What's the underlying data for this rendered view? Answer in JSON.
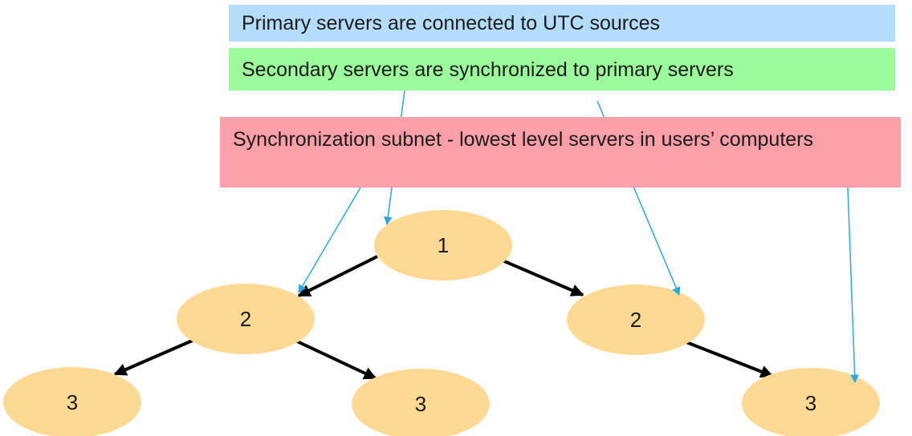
{
  "labels": {
    "primary": "Primary servers are connected to UTC sources",
    "secondary": "Secondary servers are synchronized to primary servers",
    "subnet": "Synchronization subnet - lowest level servers in users’ computers"
  },
  "nodes": [
    {
      "id": "n1",
      "label": "1"
    },
    {
      "id": "n2a",
      "label": "2"
    },
    {
      "id": "n2b",
      "label": "2"
    },
    {
      "id": "n3a",
      "label": "3"
    },
    {
      "id": "n3b",
      "label": "3"
    },
    {
      "id": "n3c",
      "label": "3"
    }
  ],
  "edges": [
    {
      "from": "n1",
      "to": "n2a"
    },
    {
      "from": "n1",
      "to": "n2b"
    },
    {
      "from": "n2a",
      "to": "n3a"
    },
    {
      "from": "n2a",
      "to": "n3b"
    },
    {
      "from": "n2b",
      "to": "n3c"
    }
  ],
  "colors": {
    "node_fill": "#fdd993",
    "edge": "#000000",
    "pointer": "#2aa8df",
    "primary_box": "#b3ddfb",
    "secondary_box": "#9cfc9c",
    "subnet_box": "#fd9fa8"
  }
}
